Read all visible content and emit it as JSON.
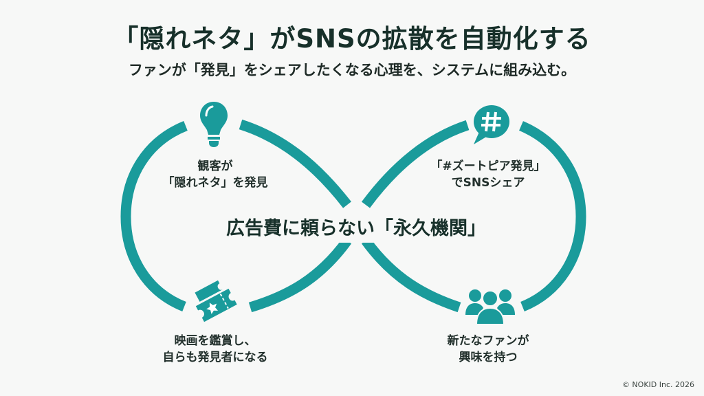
{
  "header": {
    "title": "「隠れネタ」がSNSの拡散を自動化する",
    "subtitle": "ファンが「発見」をシェアしたくなる心理を、システムに組み込む。"
  },
  "diagram": {
    "accent_color": "#1a9b9b",
    "center_label": "広告費に頼らない「永久機関」",
    "steps": [
      {
        "position": "top-left",
        "icon": "lightbulb-icon",
        "line1": "観客が",
        "line2": "「隠れネタ」を発見"
      },
      {
        "position": "top-right",
        "icon": "hashtag-speech-bubble-icon",
        "line1": "「#ズートピア発見」",
        "line2": "でSNSシェア"
      },
      {
        "position": "bottom-right",
        "icon": "people-group-icon",
        "line1": "新たなファンが",
        "line2": "興味を持つ"
      },
      {
        "position": "bottom-left",
        "icon": "ticket-icon",
        "line1": "映画を鑑賞し、",
        "line2": "自らも発見者になる"
      }
    ]
  },
  "footer": {
    "copyright": "© NOKID Inc. 2026"
  }
}
